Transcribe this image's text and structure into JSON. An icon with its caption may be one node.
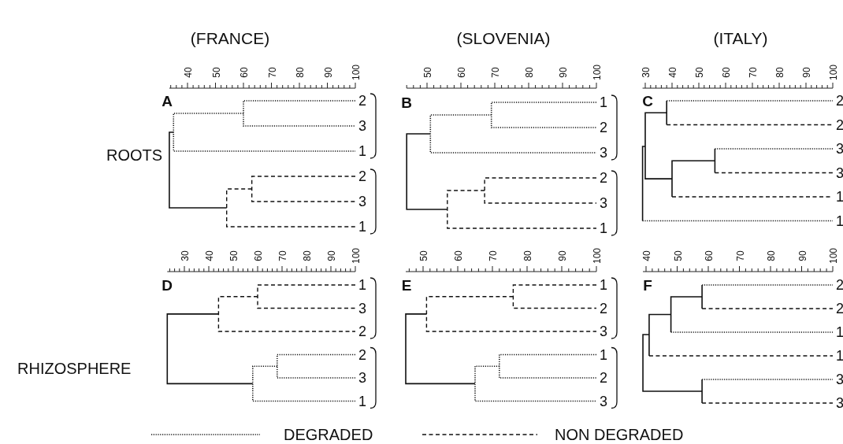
{
  "diagram": {
    "labels": [
      "(FRANCE)",
      "(SLOVENIA)",
      "(ITALY)",
      "ROOTS",
      "40",
      "50",
      "60",
      "70",
      "80",
      "90",
      "100",
      "A",
      "2",
      "3",
      "1",
      "2",
      "3",
      "1",
      "50",
      "60",
      "70",
      "80",
      "90",
      "100",
      "B",
      "1",
      "2",
      "3",
      "2",
      "3",
      "1",
      "30",
      "40",
      "50",
      "60",
      "70",
      "80",
      "90",
      "100",
      "C",
      "2",
      "2",
      "3",
      "3",
      "1",
      "1",
      "RHIZOSPHERE",
      "30",
      "40",
      "50",
      "60",
      "70",
      "80",
      "90",
      "100",
      "D",
      "1",
      "3",
      "2",
      "2",
      "3",
      "1",
      "50",
      "60",
      "70",
      "80",
      "90",
      "100",
      "E",
      "1",
      "2",
      "3",
      "1",
      "2",
      "3",
      "40",
      "50",
      "60",
      "70",
      "80",
      "90",
      "100",
      "F",
      "2",
      "2",
      "1",
      "1",
      "3",
      "3"
    ],
    "legend": [
      {
        "text": "DEGRADED"
      },
      {
        "text": "NON DEGRADED"
      }
    ]
  }
}
